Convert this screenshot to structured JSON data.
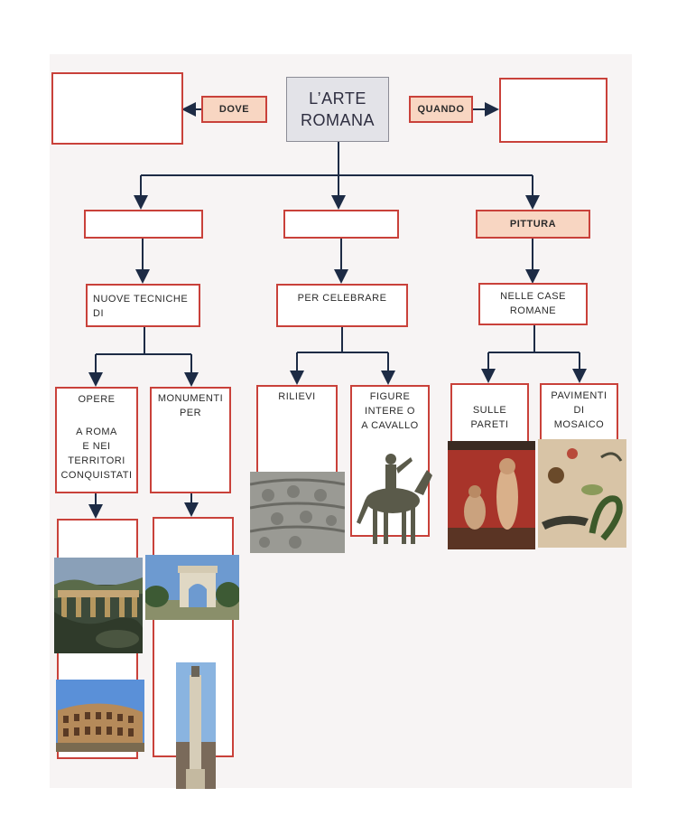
{
  "title": {
    "line1": "L’ARTE",
    "line2": "ROMANA"
  },
  "dove": "DOVE",
  "quando": "QUANDO",
  "pittura": "PITTURA",
  "nuove_tecniche": {
    "line1": "NUOVE TECNICHE",
    "line2": "DI"
  },
  "per_celebrare": "PER CELEBRARE",
  "nelle_case": {
    "line1": "NELLE CASE",
    "line2": "ROMANE"
  },
  "opere": {
    "line1": "OPERE",
    "line2": "A ROMA",
    "line3": "E NEI",
    "line4": "TERRITORI",
    "line5": "CONQUISTATI"
  },
  "monumenti": {
    "line1": "MONUMENTI",
    "line2": "PER"
  },
  "rilievi": "RILIEVI",
  "figure": {
    "line1": "FIGURE",
    "line2": "INTERE O",
    "line3": "A CAVALLO"
  },
  "sulle_pareti": {
    "line1": "SULLE",
    "line2": "PARETI"
  },
  "pavimenti": {
    "line1": "PAVIMENTI",
    "line2": "DI",
    "line3": "MOSAICO"
  }
}
